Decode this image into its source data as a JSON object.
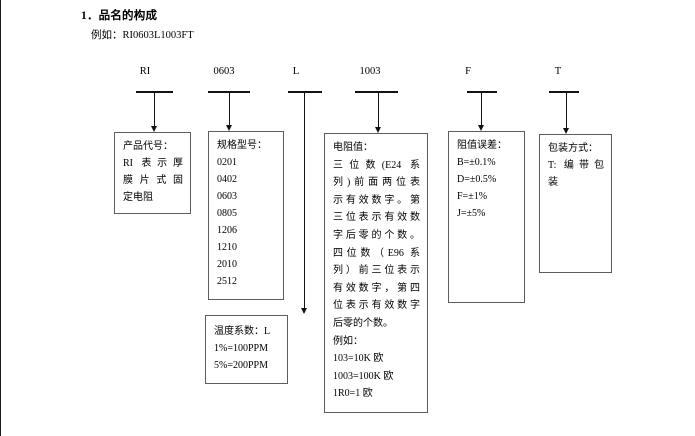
{
  "document": {
    "heading": "1．品名的构成",
    "example_line": "例如：RI0603L1003FT"
  },
  "part_number_segments": [
    {
      "label": "RI"
    },
    {
      "label": "0603"
    },
    {
      "label": "L"
    },
    {
      "label": "1003"
    },
    {
      "label": "F"
    },
    {
      "label": "T"
    }
  ],
  "boxes": {
    "product_code": {
      "lines": [
        "产品代号：",
        "RI 表示厚",
        "膜片式固",
        "定电阻"
      ]
    },
    "size_code": {
      "lines": [
        "规格型号：",
        "0201",
        "0402",
        "0603",
        "0805",
        "1206",
        "1210",
        "2010",
        "2512"
      ]
    },
    "temperature_coefficient": {
      "lines": [
        "温度系数：L",
        "1%=100PPM",
        "5%=200PPM"
      ]
    },
    "resistance_value": {
      "lines": [
        "电阻值：",
        "三位数(E24 系",
        "列)前面两位表",
        "示有效数字。第",
        "三位表示有效数",
        "字后零的个数。",
        "四位数（E96 系",
        "列）前三位表示",
        "有效数字，第四",
        "位表示有效数字",
        "后零的个数。",
        "例如：",
        "103=10K 欧",
        "1003=100K 欧",
        "1R0=1 欧"
      ]
    },
    "tolerance": {
      "lines": [
        "阻值误差：",
        "B=±0.1%",
        "D=±0.5%",
        "F=±1%",
        "J=±5%"
      ]
    },
    "packaging": {
      "lines": [
        "包装方式：",
        "T: 编带包",
        "装"
      ]
    }
  },
  "colors": {
    "ink": "#000000",
    "rule": "#5d5d5d"
  }
}
